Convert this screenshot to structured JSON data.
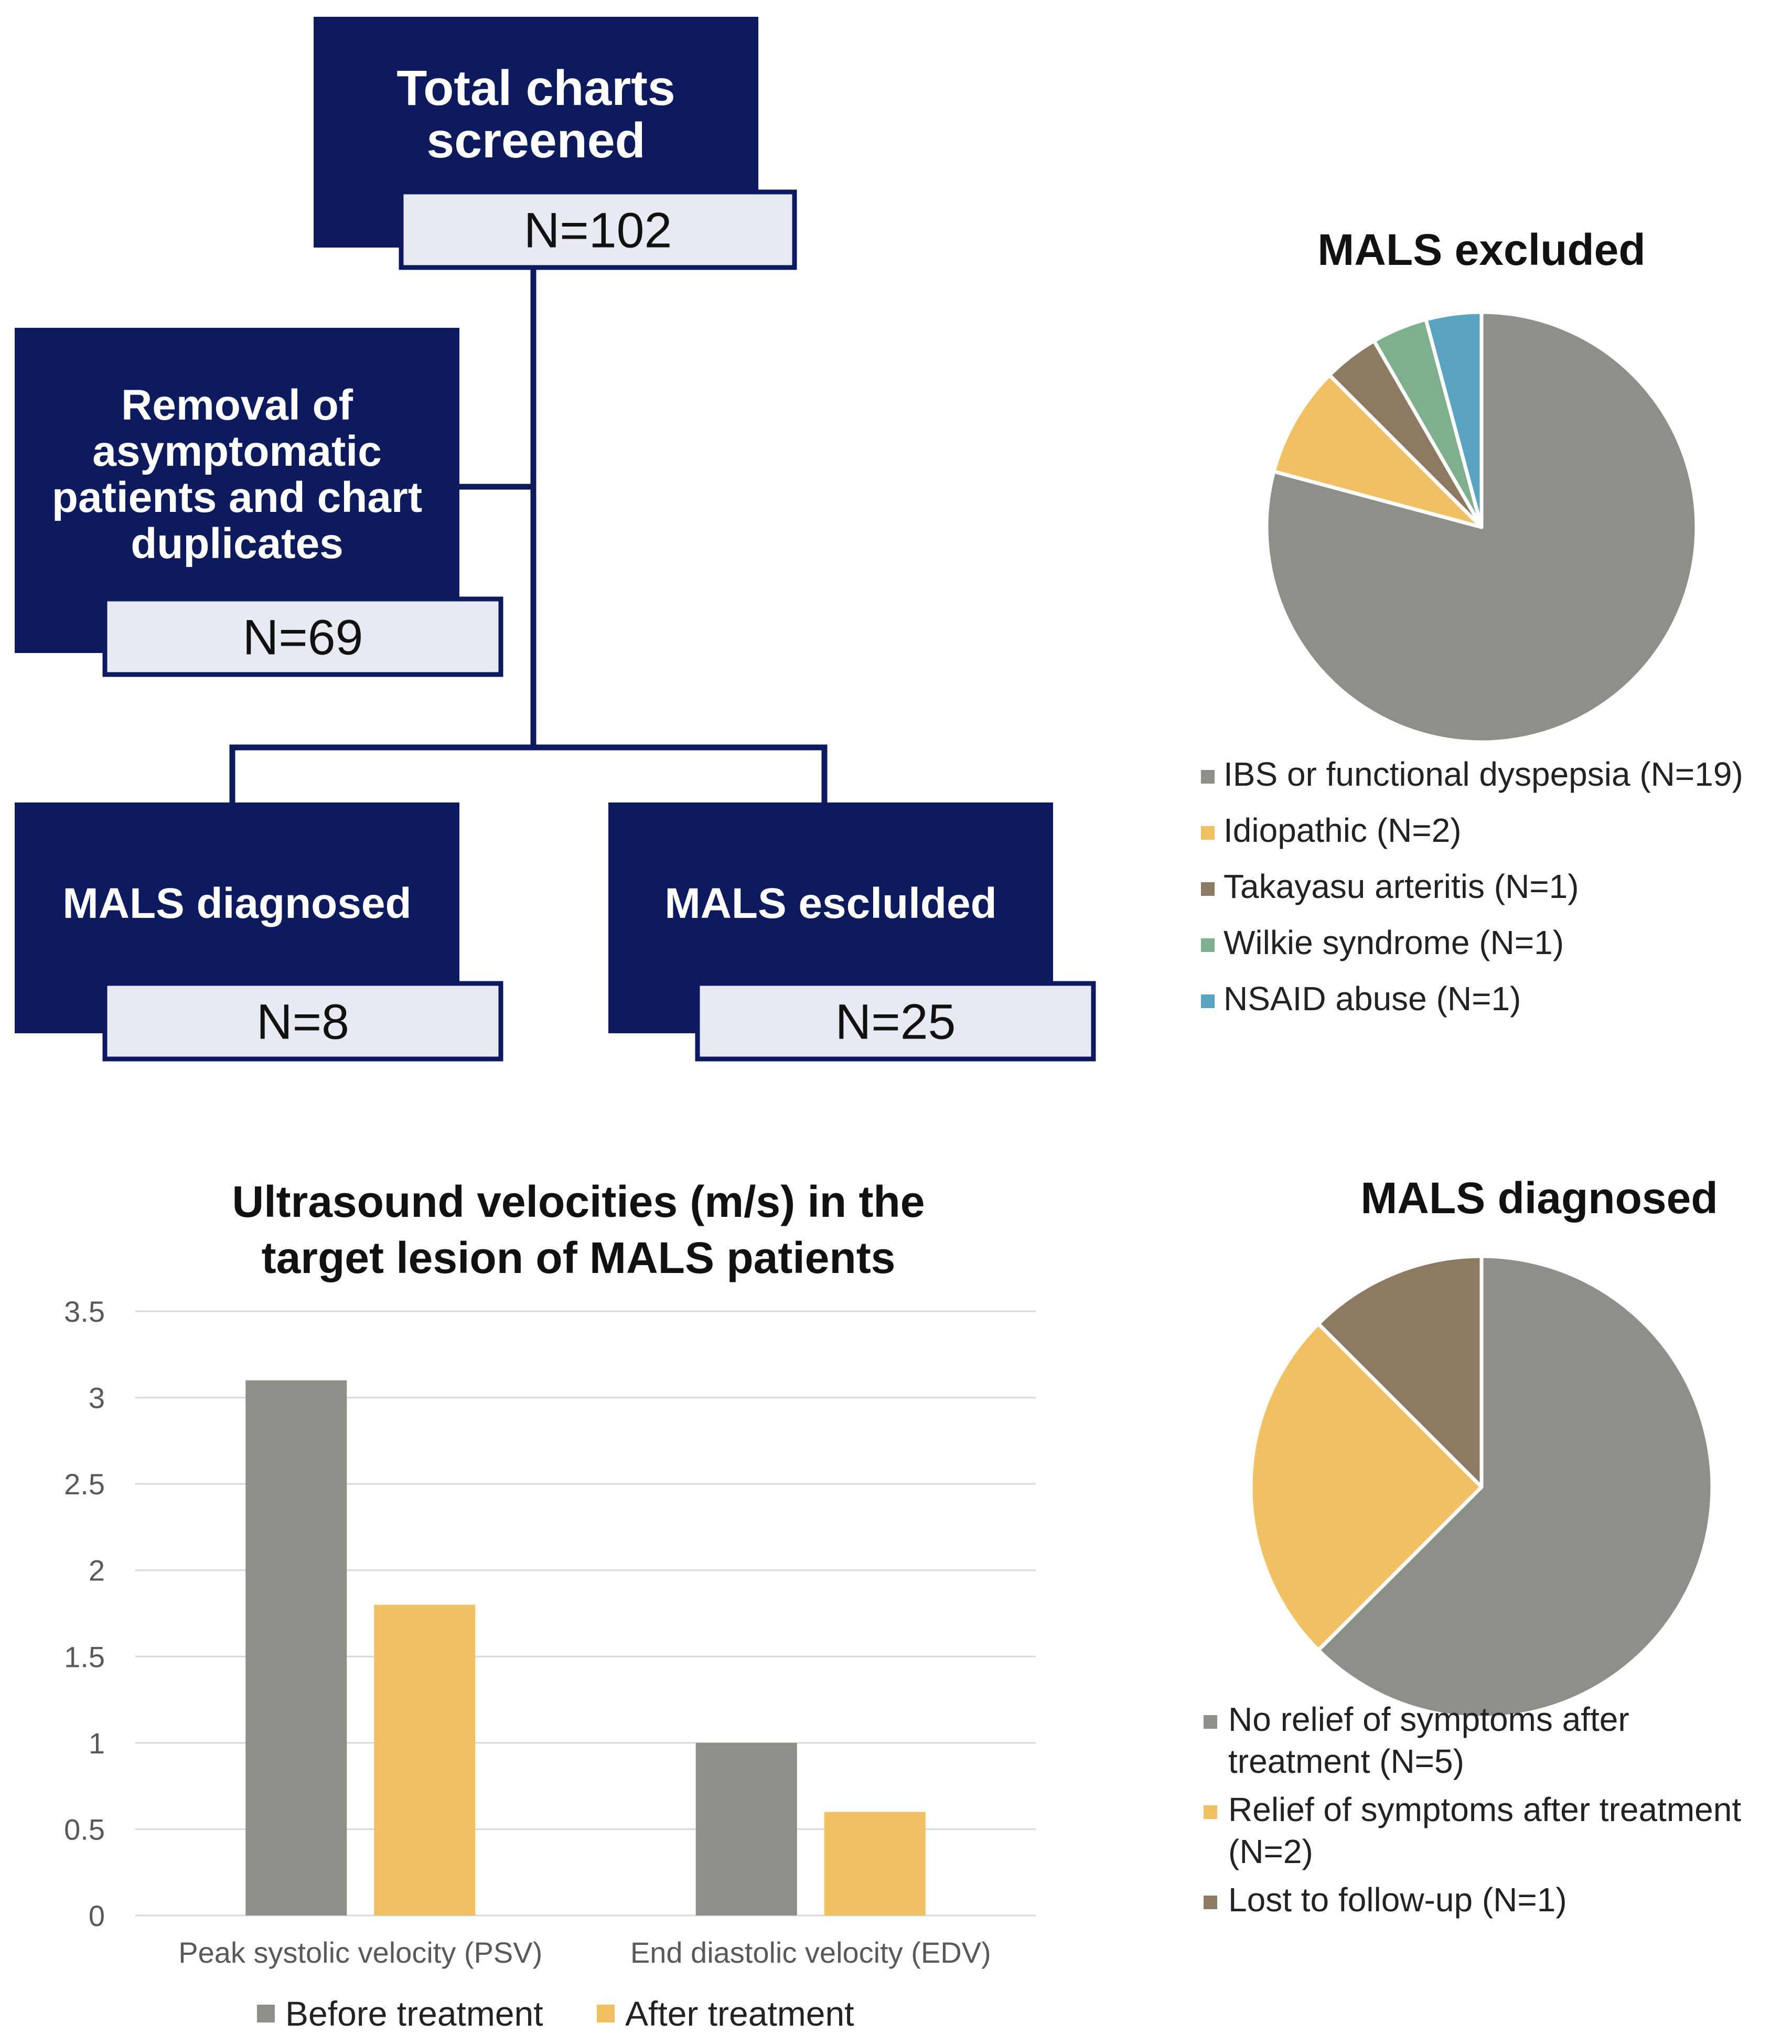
{
  "flowchart": {
    "total": {
      "title": [
        "Total charts",
        "screened"
      ],
      "n": "N=102"
    },
    "removal": {
      "title": [
        "Removal of",
        "asymptomatic",
        "patients and chart",
        "duplicates"
      ],
      "n": "N=69"
    },
    "diagnosed": {
      "title": [
        "MALS diagnosed"
      ],
      "n": "N=8"
    },
    "excluded": {
      "title": [
        "MALS esclulded"
      ],
      "n": "N=25"
    }
  },
  "colors": {
    "navy": "#0d1b5e",
    "box_fill": "#e8eaf1",
    "gray": "#8e8f88",
    "yellow": "#f0c062",
    "brown": "#8c7b62",
    "green": "#7fb08d",
    "blue": "#5aa3c2"
  },
  "chart_data": [
    {
      "type": "pie",
      "title": "MALS excluded",
      "slices": [
        {
          "label": "IBS or functional dyspepsia (N=19)",
          "value": 19,
          "color": "#8e8f88"
        },
        {
          "label": "Idiopathic (N=2)",
          "value": 2,
          "color": "#f0c062"
        },
        {
          "label": "Takayasu arteritis (N=1)",
          "value": 1,
          "color": "#8c7b62"
        },
        {
          "label": "Wilkie syndrome (N=1)",
          "value": 1,
          "color": "#7fb08d"
        },
        {
          "label": "NSAID abuse (N=1)",
          "value": 1,
          "color": "#5aa3c2"
        }
      ]
    },
    {
      "type": "bar",
      "title": [
        "Ultrasound velocities (m/s) in the",
        "target lesion of MALS patients"
      ],
      "categories": [
        "Peak systolic velocity (PSV)",
        "End diastolic velocity (EDV)"
      ],
      "series": [
        {
          "name": "Before treatment",
          "values": [
            3.1,
            1.0
          ],
          "color": "#8e8f88"
        },
        {
          "name": "After treatment",
          "values": [
            1.8,
            0.6
          ],
          "color": "#f0c062"
        }
      ],
      "ylim": [
        0,
        3.5
      ],
      "yticks": [
        "0",
        "0.5",
        "1",
        "1.5",
        "2",
        "2.5",
        "3",
        "3.5"
      ],
      "grid": true,
      "legend": "bottom"
    },
    {
      "type": "pie",
      "title": "MALS diagnosed",
      "slices": [
        {
          "label": [
            "No relief of symptoms after",
            "treatment (N=5)"
          ],
          "value": 5,
          "color": "#8e8f88"
        },
        {
          "label": [
            "Relief of symptoms after treatment",
            "(N=2)"
          ],
          "value": 2,
          "color": "#f0c062"
        },
        {
          "label": [
            "Lost to follow-up (N=1)"
          ],
          "value": 1,
          "color": "#8c7b62"
        }
      ]
    }
  ]
}
